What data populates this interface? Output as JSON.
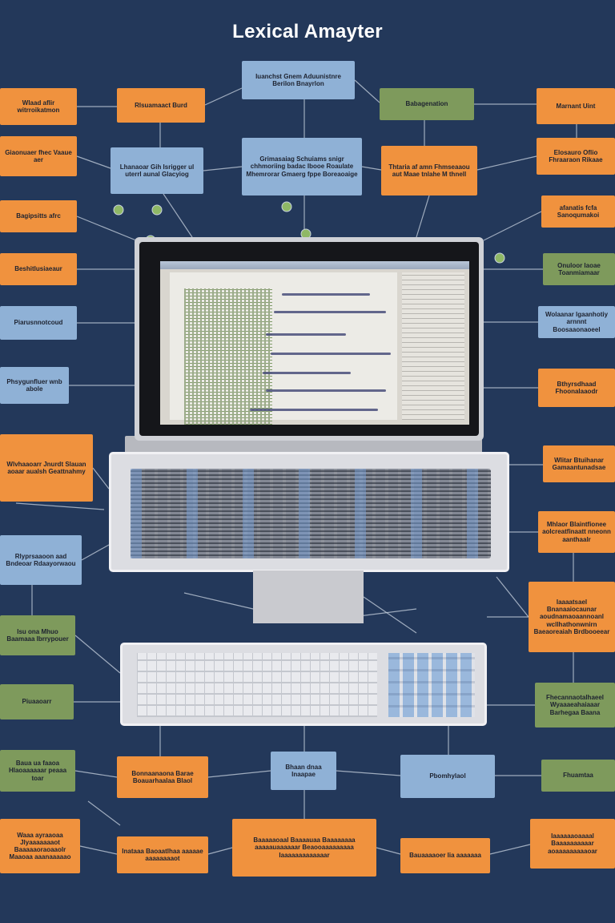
{
  "page": {
    "title": "Lexical Amayter",
    "background": "#23385a",
    "colors": {
      "orange": "#f0923e",
      "blue": "#8fb1d6",
      "green": "#7e9a5c",
      "line": "#c9d3e0"
    }
  },
  "diagram": {
    "boxes": [
      {
        "id": "b01",
        "color": "blue",
        "label": "Iuanchst Gnem Aduunistnre Berilon Bnayrlon"
      },
      {
        "id": "b02",
        "color": "orange",
        "label": "Rlsuamaact Burd"
      },
      {
        "id": "b03",
        "color": "green",
        "label": "Babagenation"
      },
      {
        "id": "b04",
        "color": "orange",
        "label": "Marnant Uint"
      },
      {
        "id": "b05",
        "color": "orange",
        "label": "Wlaad aflir witrroikatmon"
      },
      {
        "id": "b06",
        "color": "blue",
        "label": "Lhanaoar Gih Isrigger ul uterrl aunal Glacyiog"
      },
      {
        "id": "b07",
        "color": "blue",
        "label": "Grimasaiag Schuiams snigr chhmoriing badac Ibooe Roaulate Mhemrorar Gmaerg fppe Boreaoaige"
      },
      {
        "id": "b08",
        "color": "orange",
        "label": "Thtaria af amn Fhmseaaou aut Maae tnlahe M thnell"
      },
      {
        "id": "b09",
        "color": "orange",
        "label": "Giaonuaer fhec Vaaue aer"
      },
      {
        "id": "b10",
        "color": "orange",
        "label": "Elosauro Oflio Fhraaraon Rikaae"
      },
      {
        "id": "b11",
        "color": "orange",
        "label": "Bagipsitts afrc"
      },
      {
        "id": "b12",
        "color": "orange",
        "label": "afanatis fcfa Sanoqumakoi"
      },
      {
        "id": "b13",
        "color": "orange",
        "label": "Beshitlusiaeaur"
      },
      {
        "id": "b14",
        "color": "green",
        "label": "Onuloor laoae Toanmiamaar"
      },
      {
        "id": "b15",
        "color": "blue",
        "label": "Piarusnnotcoud"
      },
      {
        "id": "b16",
        "color": "blue",
        "label": "Wolaanar lgaanhotiy arnnnt Boosaaonaoeel"
      },
      {
        "id": "b17",
        "color": "blue",
        "label": "Phsygunfluer wnb abole"
      },
      {
        "id": "b18",
        "color": "orange",
        "label": "Bthyrsdhaad Fhoonalaaodr"
      },
      {
        "id": "b19",
        "color": "orange",
        "label": "Wlvhaaoarr Jnurdt Slauan aoaar aualsh Geattnahmy"
      },
      {
        "id": "b20",
        "color": "orange",
        "label": "Wlitar Btuihanar Gamaantunadsae"
      },
      {
        "id": "b21",
        "color": "blue",
        "label": "Rlyprsaaoon aad Bndeoar Rdaayorwaou"
      },
      {
        "id": "b22",
        "color": "orange",
        "label": "Mhlaor Blaintfionee aolcreatfinaatt nneonn aanthaalr"
      },
      {
        "id": "b23",
        "color": "green",
        "label": "Isu ona Mhuo Baamaaa Ibrrypouer"
      },
      {
        "id": "b24",
        "color": "orange",
        "label": "Iaaaatsael Bnanaaiocaunar aoudnamaoaannoanl wcllhathonwnirn Baeaoreaiah Brdbooeear"
      },
      {
        "id": "b25",
        "color": "green",
        "label": "Piuaaoarr"
      },
      {
        "id": "b26",
        "color": "green",
        "label": "Fhecannaotalhaeel Wyaaaeahaiaaar Barhegaa Baana"
      },
      {
        "id": "b27",
        "color": "green",
        "label": "Baua ua faaoa Hlaoaaaaaar peaaa toar"
      },
      {
        "id": "b28",
        "color": "orange",
        "label": "Bonnaanaona Barae Boauarhaalaa Blaol"
      },
      {
        "id": "b29",
        "color": "blue",
        "label": "Bhaan dnaa Inaapae"
      },
      {
        "id": "b30",
        "color": "blue",
        "label": "Pbomhylaol"
      },
      {
        "id": "b31",
        "color": "green",
        "label": "Fhuamtaa"
      },
      {
        "id": "b32",
        "color": "orange",
        "label": "Waaa ayraaoaa Jlyaaaaaaaot Baaaaaoraoaaolr Maaoaa aaanaaaaao"
      },
      {
        "id": "b33",
        "color": "orange",
        "label": "Inataaa Baoaatlhaa aaaaae aaaaaaaaot"
      },
      {
        "id": "b34",
        "color": "orange",
        "label": "Baaaaaoaal Baaaauaa Baaaaaaaa aaaaauaaaaaar Beaooaaaaaaaaa Iaaaaaaaaaaaaar"
      },
      {
        "id": "b35",
        "color": "orange",
        "label": "Bauaaaaoer Iia aaaaaaa"
      },
      {
        "id": "b36",
        "color": "orange",
        "label": "Iaaaaaaoaaaal Baaaaaaaaaar aoaaaaaaaaaoar"
      }
    ]
  }
}
